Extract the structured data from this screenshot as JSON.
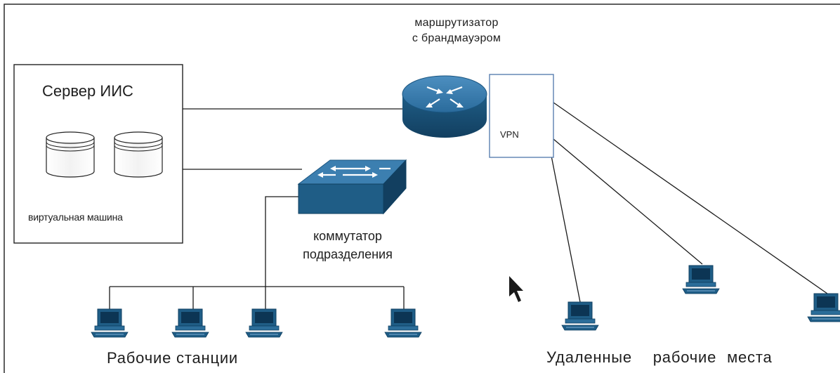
{
  "router": {
    "label_line1": "маршрутизатор",
    "label_line2": "с брандмауэром",
    "icon": "router-icon"
  },
  "server": {
    "title": "Сервер ИИС",
    "vm_label": "виртуальная машина",
    "icon": "database-icon"
  },
  "switch": {
    "label_line1": "коммутатор",
    "label_line2": "подразделения",
    "icon": "switch-icon"
  },
  "vpn": {
    "label": "VPN"
  },
  "workstations": {
    "label": "Рабочие станции",
    "count": 4,
    "icon": "computer-icon"
  },
  "remote": {
    "label": "Удаленные  рабочие места",
    "count": 3,
    "icon": "computer-icon"
  },
  "colors": {
    "device_blue": "#1f5d86",
    "device_blue_dark": "#0f3f60",
    "device_blue_light": "#3c7fb0",
    "vpn_border": "#5a7fb0",
    "line": "#1a1a1a"
  }
}
